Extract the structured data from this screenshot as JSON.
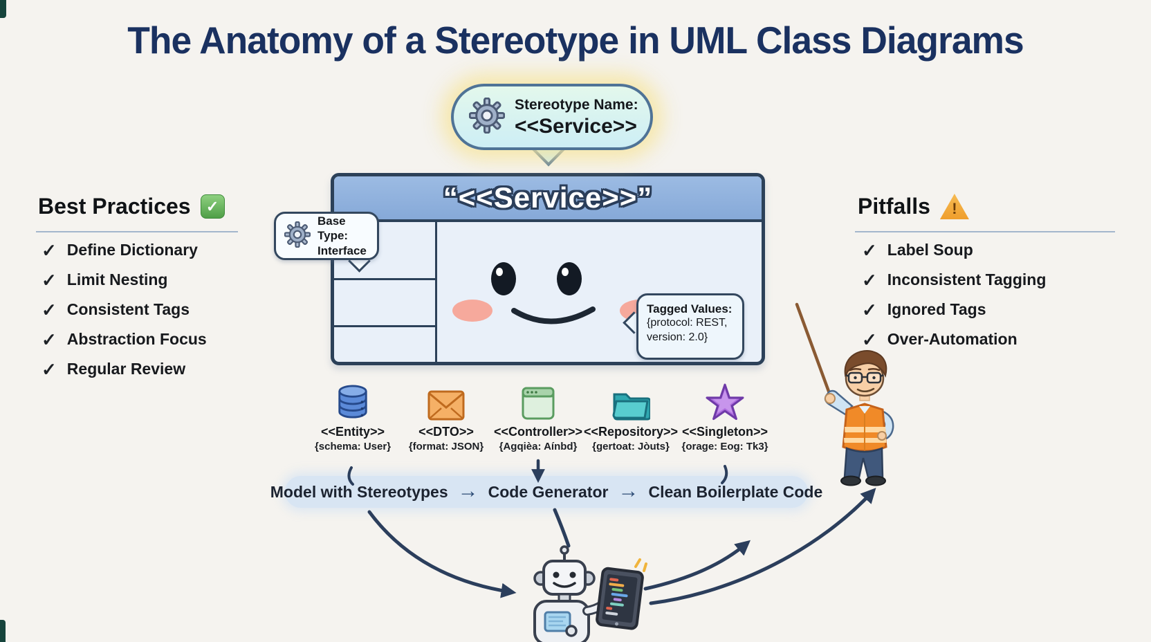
{
  "title": "The Anatomy of a Stereotype in UML Class Diagrams",
  "stereotype_bubble": {
    "label": "Stereotype Name:",
    "value": "<<Service>>"
  },
  "class_box": {
    "header": "“<<Service>>”"
  },
  "base_type_callout": {
    "label": "Base Type:",
    "value": "Interface"
  },
  "tagged_values_callout": {
    "label": "Tagged Values:",
    "line1": "{protocol: REST,",
    "line2": "version: 2.0}"
  },
  "best_practices": {
    "heading": "Best Practices",
    "items": [
      "Define Dictionary",
      "Limit Nesting",
      "Consistent Tags",
      "Abstraction Focus",
      "Regular Review"
    ]
  },
  "pitfalls": {
    "heading": "Pitfalls",
    "items": [
      "Label Soup",
      "Inconsistent Tagging",
      "Ignored Tags",
      "Over-Automation"
    ]
  },
  "stereotype_examples": [
    {
      "icon": "database-icon",
      "label": "<<Entity>>",
      "tag": "{schema: User}"
    },
    {
      "icon": "envelope-icon",
      "label": "<<DTO>>",
      "tag": "{format: JSON}"
    },
    {
      "icon": "window-icon",
      "label": "<<Controller>>",
      "tag": "{Agqièa: Aínbd}"
    },
    {
      "icon": "folder-icon",
      "label": "<<Repository>>",
      "tag": "{gertoat: Jòuts}"
    },
    {
      "icon": "star-icon",
      "label": "<<Singleton>>",
      "tag": "{orage: Eog: Tk3}"
    }
  ],
  "flow": {
    "steps": [
      "Model with Stereotypes",
      "Code Generator",
      "Clean Boilerplate Code"
    ]
  },
  "glyphs": {
    "check": "✓",
    "flow_arrow": "→",
    "best_badge": "✓",
    "warning_mark": "!"
  },
  "colors": {
    "accent_navy": "#1a3160",
    "class_header_blue": "#8fb2de",
    "bubble_mint": "#d9f4ea",
    "flow_bar_blue": "#d8e5f3",
    "arrow_navy": "#2b3e5c",
    "success_green": "#5aa84f",
    "warning_orange": "#f2a53c",
    "vest_orange": "#f08a28"
  }
}
